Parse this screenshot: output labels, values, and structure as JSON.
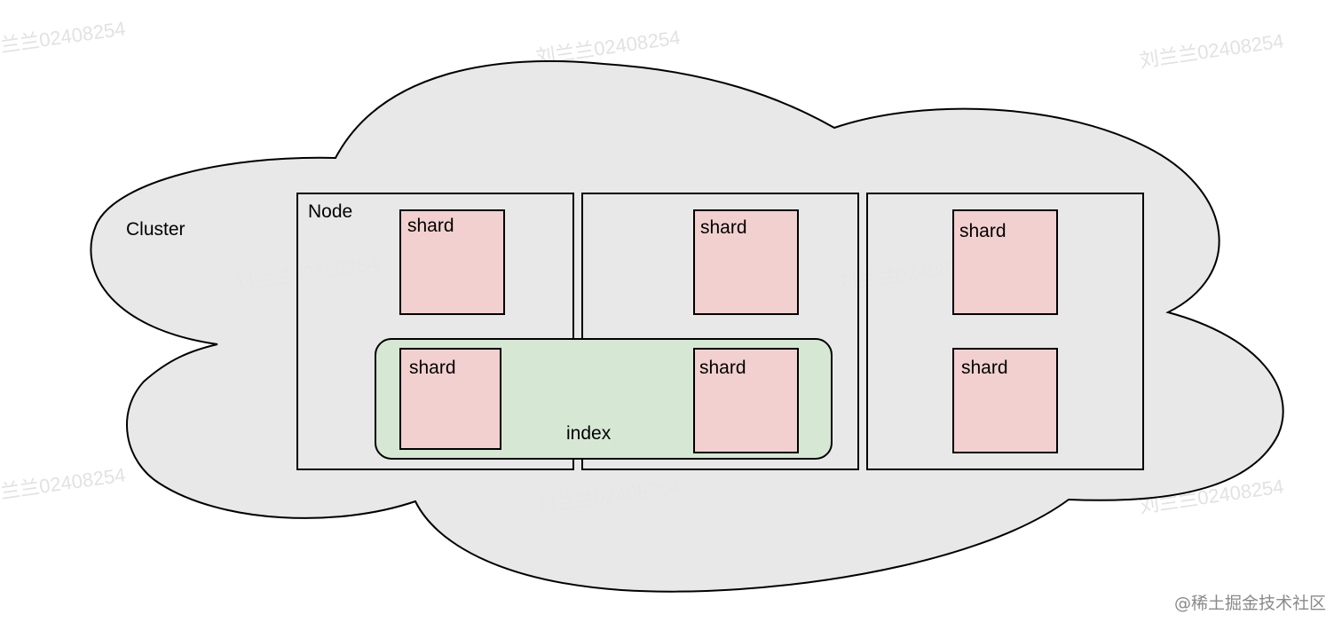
{
  "cluster": {
    "label": "Cluster"
  },
  "nodes": [
    {
      "label": "Node"
    },
    {
      "label": ""
    },
    {
      "label": ""
    }
  ],
  "shards": [
    {
      "label": "shard"
    },
    {
      "label": "shard"
    },
    {
      "label": "shard"
    },
    {
      "label": "shard"
    },
    {
      "label": "shard"
    },
    {
      "label": "shard"
    }
  ],
  "index": {
    "label": "index"
  },
  "watermark": "刘兰兰02408254",
  "credit": "@稀土掘金技术社区",
  "colors": {
    "cloud_fill": "#e6e6e6",
    "shard_fill": "#f2d0d0",
    "index_fill": "#d6e8d4",
    "stroke": "#000000"
  }
}
